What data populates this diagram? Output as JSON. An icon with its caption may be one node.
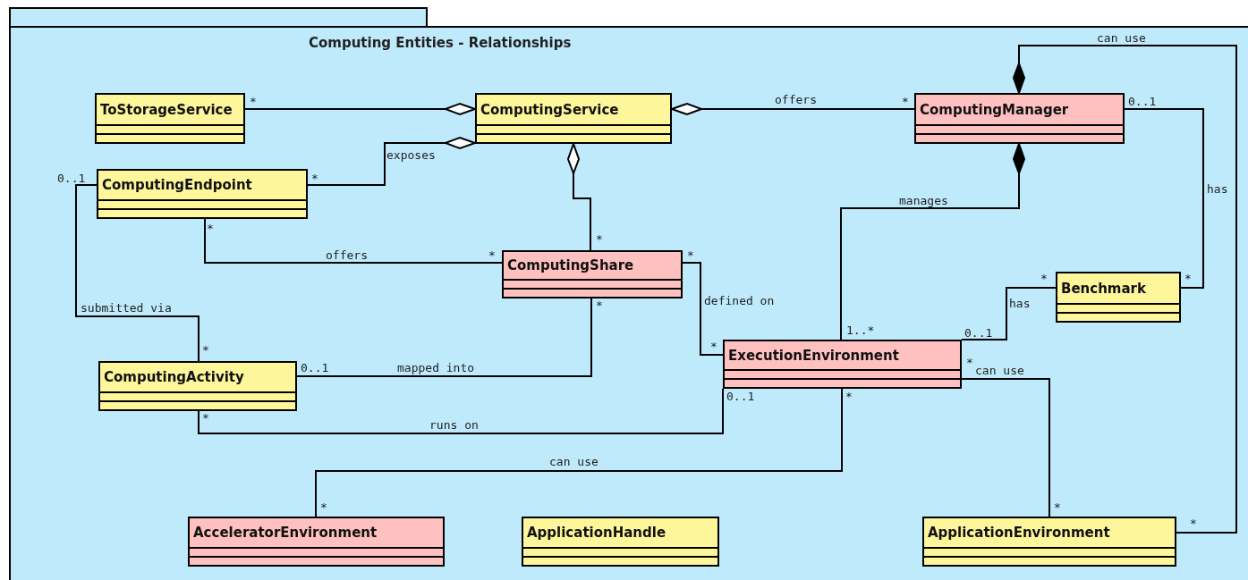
{
  "diagram": {
    "nodes": [
      {
        "text": [
          "Computing Entities - Relationships"
        ]
      },
      {
        "text": [
          "ToStorageService"
        ],
        "in": 0
      },
      {
        "text": [
          "ComputingService"
        ],
        "in": 0
      },
      {
        "text": [
          "ComputingManager"
        ],
        "in": 0
      },
      {
        "text": [
          "ComputingEndpoint"
        ],
        "in": 0
      },
      {
        "text": [
          "ComputingShare"
        ],
        "in": 0
      },
      {
        "text": [
          "Benchmark"
        ],
        "in": 0
      },
      {
        "text": [
          "ExecutionEnvironment"
        ],
        "in": 0
      },
      {
        "text": [
          "ComputingActivity"
        ],
        "in": 0
      },
      {
        "text": [
          "AcceleratorEnvironment"
        ],
        "in": 0
      },
      {
        "text": [
          "ApplicationHandle"
        ],
        "in": 0
      },
      {
        "text": [
          "ApplicationEnvironment"
        ],
        "in": 0
      }
    ],
    "edges": [
      {
        "from": 1,
        "to": 2,
        "arrow": "other"
      },
      {
        "from": 4,
        "to": 2,
        "arrow": "other",
        "label": "exposes"
      },
      {
        "from": 3,
        "to": 2,
        "arrow": "other",
        "label": "offers"
      },
      {
        "from": 5,
        "to": 2,
        "arrow": "other"
      },
      {
        "from": 4,
        "to": 5,
        "arrow": "none",
        "label": "offers"
      },
      {
        "from": 4,
        "to": 8,
        "arrow": "none",
        "label": "submitted via"
      },
      {
        "from": 8,
        "to": 5,
        "arrow": "none",
        "label": "mapped into"
      },
      {
        "from": 5,
        "to": 7,
        "arrow": "none",
        "label": "defined on"
      },
      {
        "from": 8,
        "to": 7,
        "arrow": "none",
        "label": "runs on"
      },
      {
        "from": 7,
        "to": 3,
        "arrow": "other",
        "label": "manages"
      },
      {
        "from": 3,
        "to": 6,
        "arrow": "none",
        "label": "has"
      },
      {
        "from": 7,
        "to": 6,
        "arrow": "none",
        "label": "has"
      },
      {
        "from": 7,
        "to": 11,
        "arrow": "none",
        "label": "can use"
      },
      {
        "from": 7,
        "to": 9,
        "arrow": "none",
        "label": "can use"
      },
      {
        "from": 11,
        "to": 3,
        "arrow": "other",
        "label": "can use"
      }
    ],
    "labels": [
      "*",
      "*",
      "0..1",
      "0..1",
      "*",
      "*",
      "*",
      "*",
      "*",
      "*",
      "*",
      "*",
      "1..*",
      "0..1",
      "*",
      "*",
      "0..1",
      "*",
      "0..1",
      "*",
      "*",
      "*",
      "*",
      "*"
    ]
  }
}
